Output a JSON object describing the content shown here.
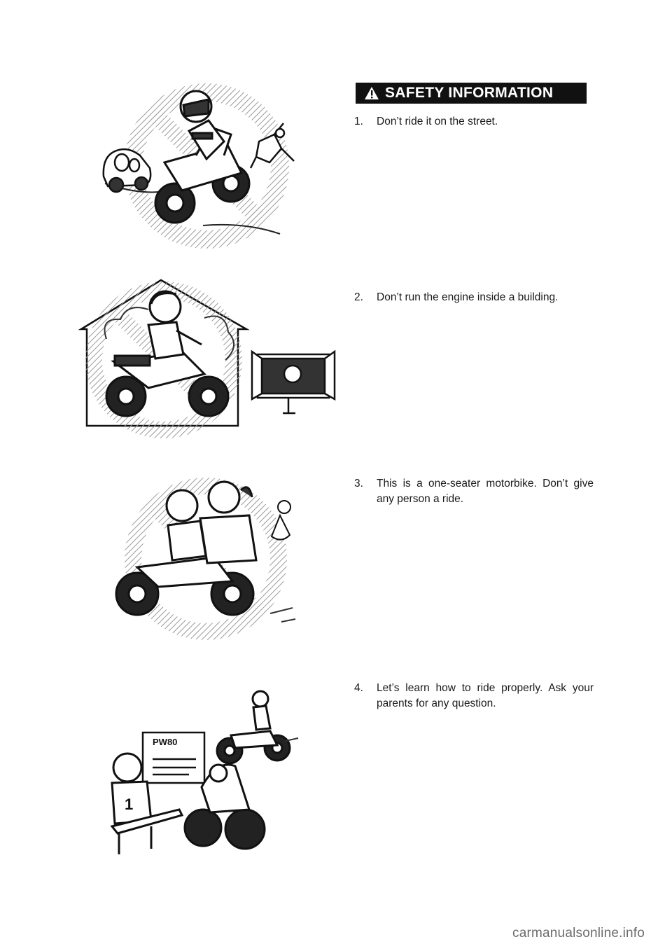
{
  "header": {
    "title": "SAFETY INFORMATION",
    "icon": "warning-triangle-icon"
  },
  "items": [
    {
      "number": "1.",
      "text": "Don’t ride it on the street."
    },
    {
      "number": "2.",
      "text": "Don’t run the engine inside a building."
    },
    {
      "number": "3.",
      "text": "This is a one-seater motorbike. Don’t give any person a ride."
    },
    {
      "number": "4.",
      "text": "Let’s learn how to ride properly. Ask your parents for any question."
    }
  ],
  "illustrations": {
    "sign_label": "PW80",
    "jersey_number": "1"
  },
  "footer": {
    "watermark": "carmanualsonline.info"
  },
  "colors": {
    "ink": "#111111",
    "hatch": "#9a9a9a",
    "paper": "#ffffff"
  }
}
